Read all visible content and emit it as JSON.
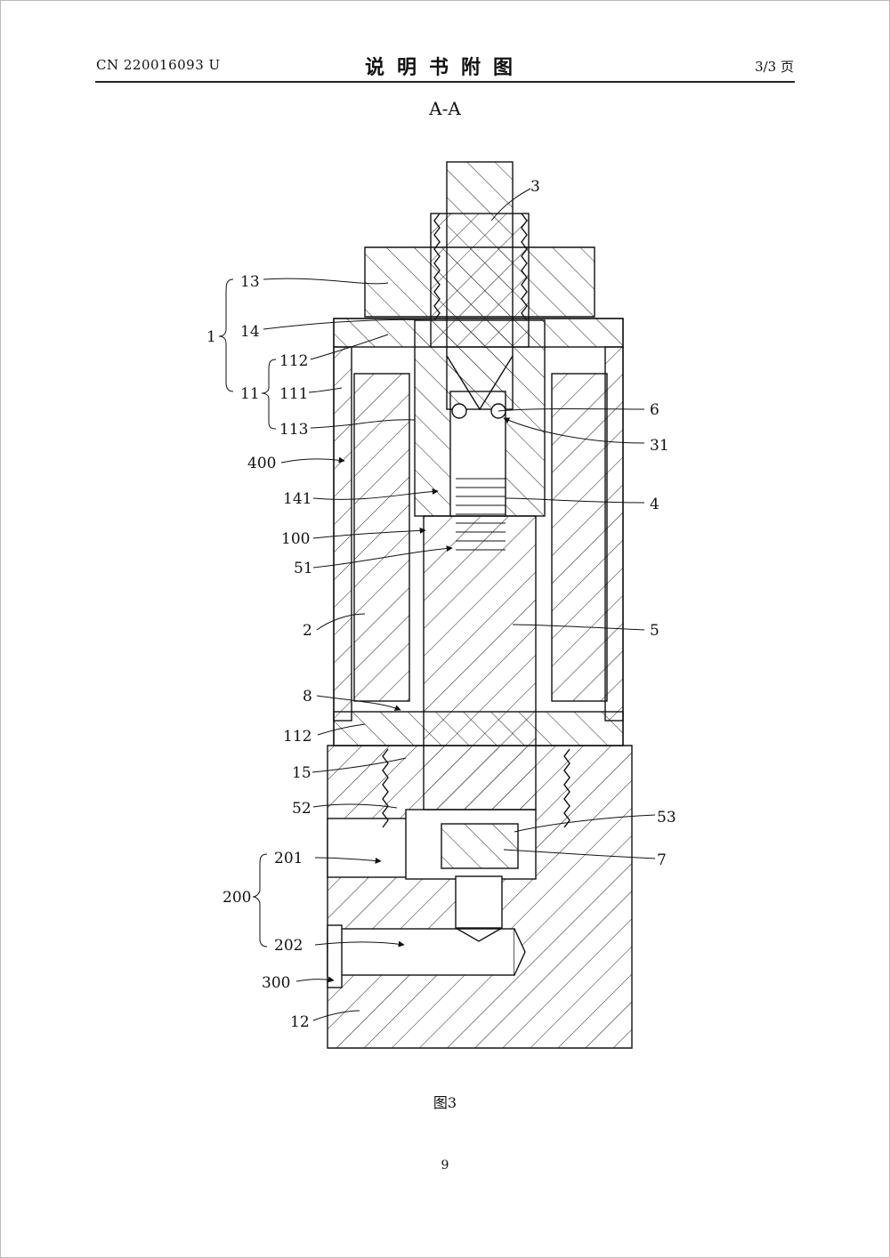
{
  "header": {
    "patent_number": "CN 220016093 U",
    "title": "说明书附图",
    "page": "3/3 页"
  },
  "section_label": "A-A",
  "figure_caption": "图3",
  "page_number": "9",
  "drawing_labels": {
    "l3": "3",
    "l13": "13",
    "l1": "1",
    "l14": "14",
    "l112a": "112",
    "l11": "11",
    "l111": "111",
    "l113": "113",
    "l6": "6",
    "l31": "31",
    "l400": "400",
    "l141": "141",
    "l4": "4",
    "l100": "100",
    "l51": "51",
    "l2": "2",
    "l5": "5",
    "l8": "8",
    "l112b": "112",
    "l15": "15",
    "l52": "52",
    "l53": "53",
    "l201": "201",
    "l7": "7",
    "l200": "200",
    "l202": "202",
    "l300": "300",
    "l12": "12"
  }
}
